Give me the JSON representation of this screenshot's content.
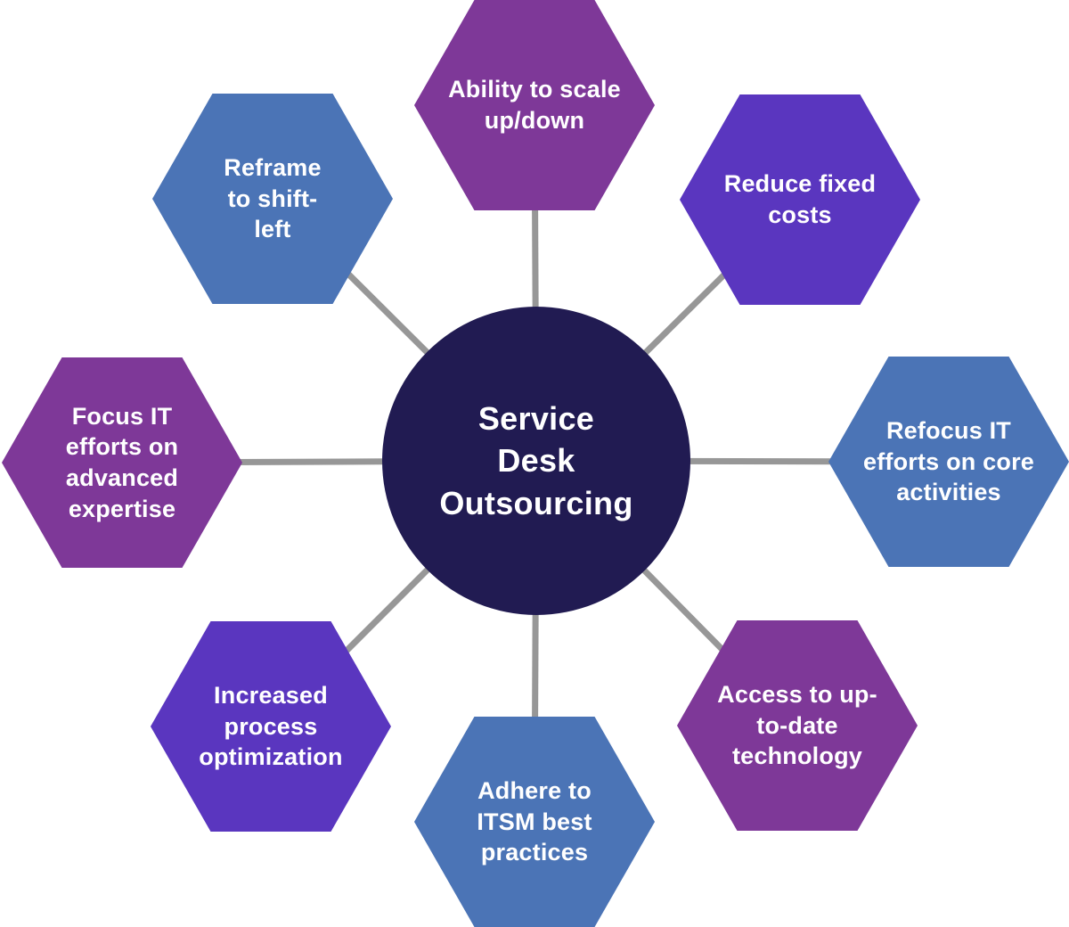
{
  "diagram": {
    "title": "Service Desk Outsourcing",
    "center": {
      "label": "Service\nDesk\nOutsourcing",
      "color": "#211b52"
    },
    "connector_color": "#979797",
    "background_color": "#ffffff",
    "colors": {
      "purple": "#7e3898",
      "indigo": "#5a36bf",
      "blue": "#4b74b6"
    },
    "nodes": [
      {
        "id": "top",
        "label": "Ability to scale\nup/down",
        "color": "#7e3898"
      },
      {
        "id": "top-right",
        "label": "Reduce fixed\ncosts",
        "color": "#5a36bf"
      },
      {
        "id": "right",
        "label": "Refocus IT\nefforts on core\nactivities",
        "color": "#4b74b6"
      },
      {
        "id": "bottom-right",
        "label": "Access to up-\nto-date\ntechnology",
        "color": "#7e3898"
      },
      {
        "id": "bottom",
        "label": "Adhere to\nITSM best\npractices",
        "color": "#4b74b6"
      },
      {
        "id": "bottom-left",
        "label": "Increased\nprocess\noptimization",
        "color": "#5a36bf"
      },
      {
        "id": "left",
        "label": "Focus IT\nefforts on\nadvanced\nexpertise",
        "color": "#7e3898"
      },
      {
        "id": "top-left",
        "label": "Reframe\nto shift-\nleft",
        "color": "#4b74b6"
      }
    ]
  }
}
